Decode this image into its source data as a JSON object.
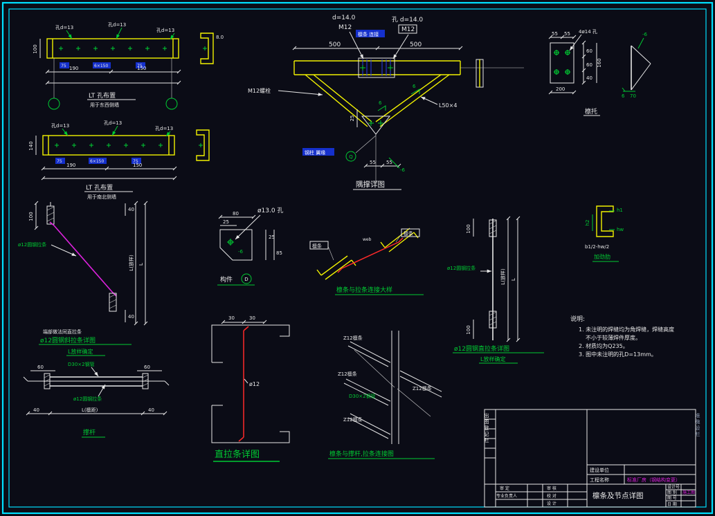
{
  "colors": {
    "background": "#0b0c16",
    "frame": "#00e0ff",
    "white": "#e8e8e8",
    "yellow": "#f2f200",
    "green": "#00cc33",
    "cyan": "#00e0ff",
    "magenta": "#dd22dd",
    "red": "#ff2a2a",
    "blue": "#2a3bee",
    "tag_bg": "#1530cc"
  },
  "purlin_a": {
    "hole1": "孔d=13",
    "hole2": "孔d=13",
    "hole3": "孔d=13",
    "dim_height": "100",
    "dim_seg1": "190",
    "dim_seg2": "150",
    "tag1": "75",
    "tag2": "6×150",
    "tag3": "75",
    "section_dim": "8.0",
    "title": "LT 孔布置",
    "subtitle": "用于东西侧墙"
  },
  "purlin_b": {
    "hole1": "孔d=13",
    "hole2": "孔d=13",
    "hole3": "孔d=13",
    "dim_height": "140",
    "dim_seg1": "190",
    "dim_seg2": "150",
    "tag1": "75",
    "tag2": "6×150",
    "tag3": "75",
    "title": "LT 孔布置",
    "subtitle": "用于南北侧墙"
  },
  "brace": {
    "hole_top": "d=14.0",
    "bolt_top": "M12",
    "hole_right": "孔 d=14.0",
    "bolt_right": "M12",
    "purlin_tag": "檩条 连接",
    "dim_left": "500",
    "dim_right": "500",
    "bolt_label": "M12螺栓",
    "angle_label": "L50×4",
    "weld1": "6",
    "weld2": "6",
    "dim_25": "25",
    "dim_55a": "55",
    "dim_55b": "55",
    "plate": "-6",
    "column_tag": "钢柱 翼缘",
    "bubble": "Q",
    "title": "隅撑详图"
  },
  "support": {
    "dim_55a": "55",
    "dim_55b": "55",
    "holes_label": "4ø14 孔",
    "dim_60a": "60",
    "dim_60b": "60",
    "dim_40": "40",
    "dim_160": "160",
    "dim_200": "200",
    "plate": "-6",
    "weld_size": "6",
    "weld_len": "70",
    "title": "檩托"
  },
  "diag_tie": {
    "dim_100": "100",
    "dim_40a": "40",
    "dim_40b": "40",
    "rod_label": "ø12圆钢拉条",
    "dim_len": "L(放样)",
    "dim_total": "L",
    "note": "端部做法同直拉条",
    "title": "ø12圆钢斜拉条详图",
    "subtitle": "L放样确定"
  },
  "component": {
    "dim_80": "80",
    "dim_25a": "25",
    "dim_25b": "25",
    "dim_85": "85",
    "hole_label": "ø13.0 孔",
    "plate": "-6",
    "title": "构件",
    "mark": "D"
  },
  "tie_conn": {
    "purlin1": "檩条",
    "purlin2": "檩条",
    "web": "web",
    "title": "檩条与拉条连接大样"
  },
  "vert_tie": {
    "dim_100a": "100",
    "dim_100b": "100",
    "rod_label": "ø12圆钢拉条",
    "dim_len": "L(放样)",
    "dim_total": "L",
    "title": "ø12圆钢直拉条详图",
    "subtitle": "L放样确定"
  },
  "rib": {
    "dim_h1": "h1",
    "dim_h2": "h2",
    "dim_hw": "hw",
    "formula": "b1/2-hw/2",
    "title": "加劲肋"
  },
  "notes": {
    "heading": "说明:",
    "item1a": "1. 未注明的焊缝均为角焊缝，焊缝高度",
    "item1b": "不小于较薄焊件厚度。",
    "item2": "2. 材质均为Q235。",
    "item3": "3. 图中未注明的孔D=13mm。"
  },
  "strut": {
    "dim_60a": "60",
    "dim_60b": "60",
    "dim_40a": "40",
    "dim_40b": "40",
    "pipe_label": "D30×2钢管",
    "rod_label": "ø12圆钢拉条",
    "dim_len": "L(檩距)",
    "title": "撑杆"
  },
  "straight_tie": {
    "dim_30a": "30",
    "dim_30b": "30",
    "rod_label": "ø12",
    "title": "直拉条详图"
  },
  "conn_diagram": {
    "purlin1": "Z12檩条",
    "purlin2": "Z12檩条",
    "purlin3": "Z12檩条",
    "purlin4": "Z12檩条",
    "pipe_label": "D30×2钢管",
    "title": "檩条与撑杆,拉条连接图"
  },
  "titleblock": {
    "left_vertical": "出图登记栏",
    "right_vertical": "准施设栏",
    "owner_label": "建设单位",
    "project_label": "工程名称",
    "project_value": "标准厂房（钢结构变更）",
    "sign_row1a": "审 定",
    "sign_row1b": "审 核",
    "sign_row2a": "专业负责人",
    "sign_row2b": "校 对",
    "sign_row3b": "设 计",
    "drawing_title": "檩条及节点详图",
    "design_no_label": "设计号",
    "type_label": "图 别",
    "type_value": "施工图",
    "no_label": "图 号",
    "date_label": "日 期"
  }
}
